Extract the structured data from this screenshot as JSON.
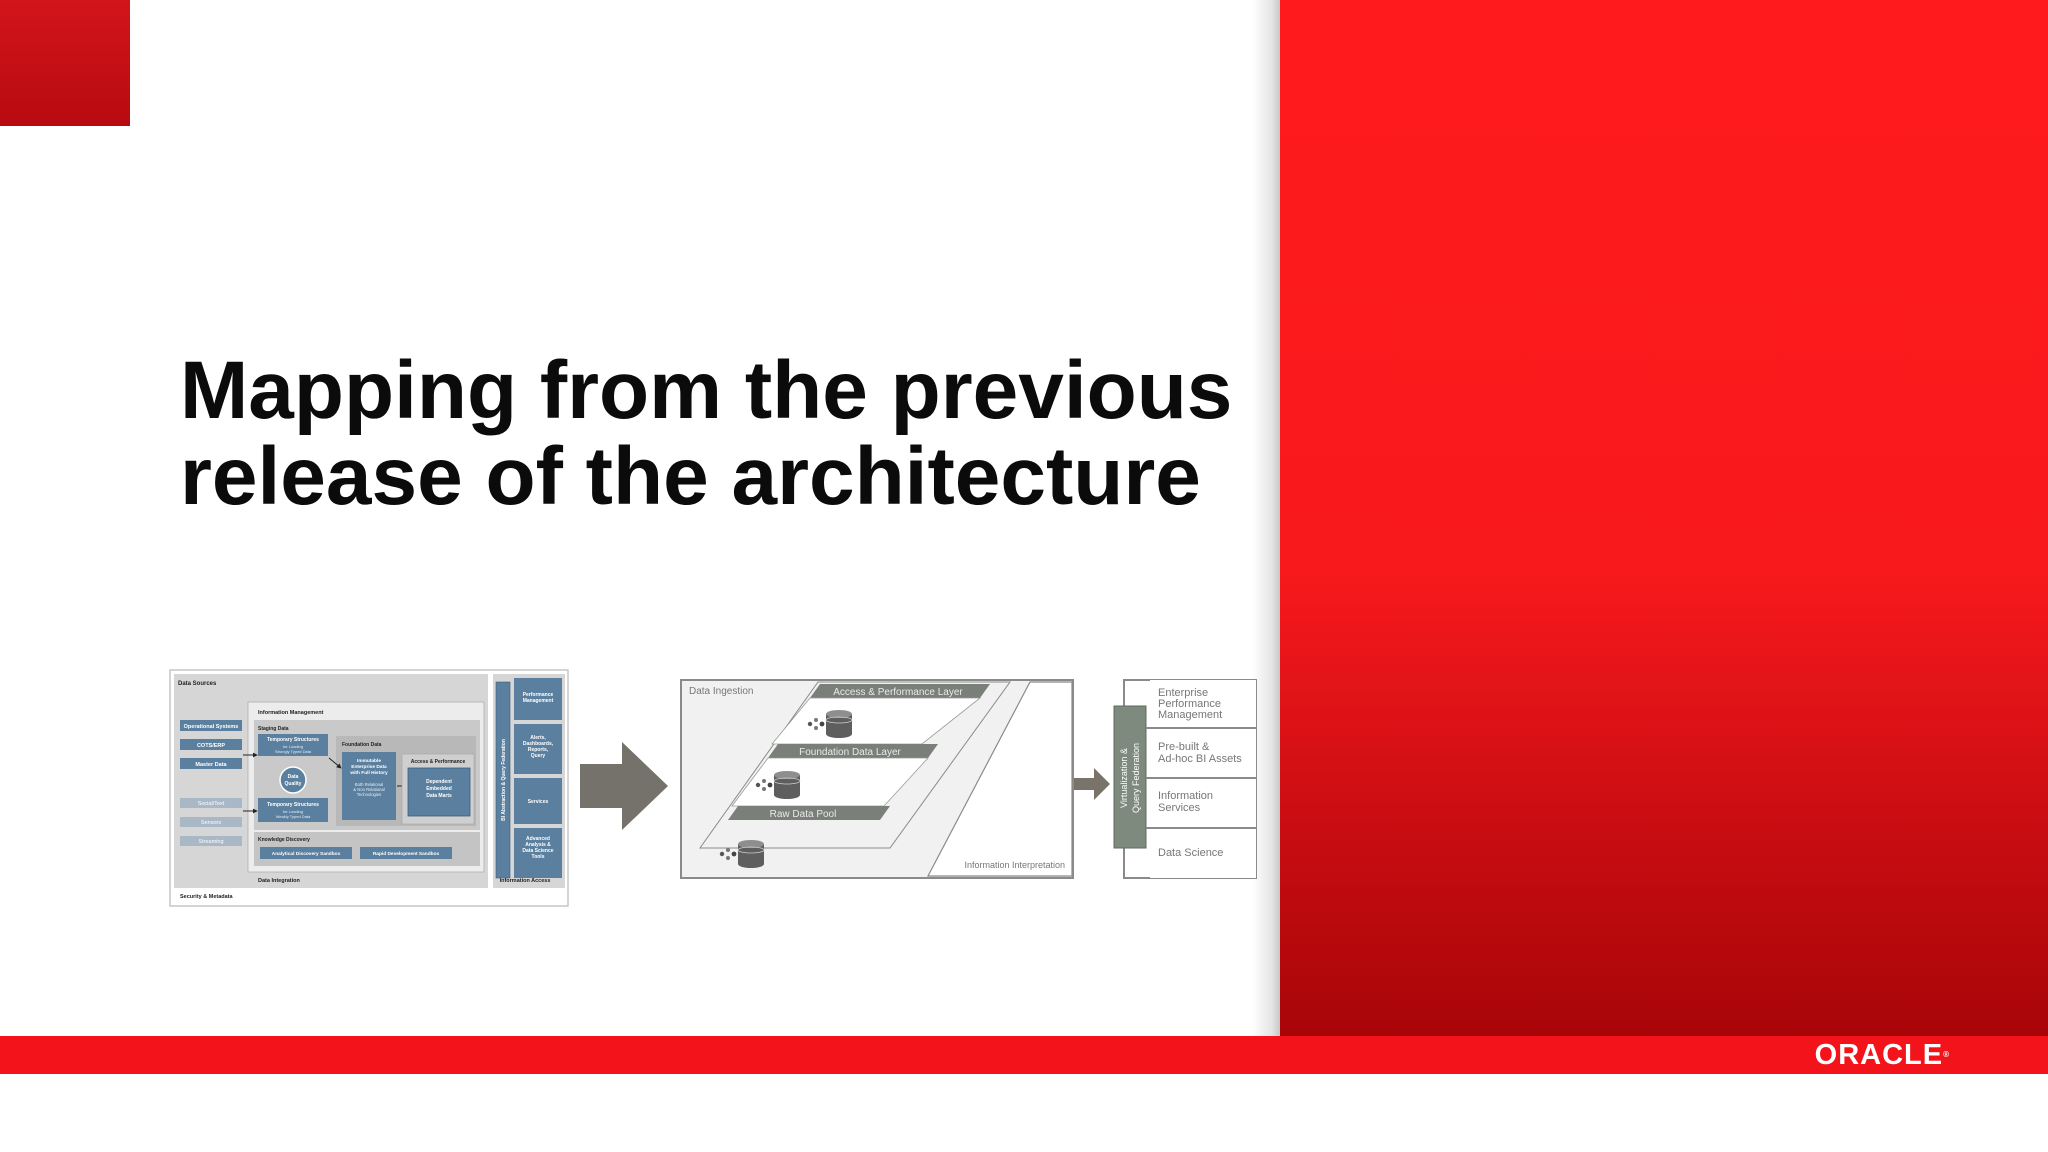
{
  "slide": {
    "title_lines": [
      "Mapping from the previous",
      "release of the architecture"
    ],
    "logo_text": "ORACLE",
    "colors": {
      "brand_red": "#f2141a",
      "panel_red": "#ff1a1d",
      "diagram_blue": "#5a7f9f",
      "diagram_gray": "#7a7f7a"
    }
  },
  "previous_architecture": {
    "data_sources_title": "Data Sources",
    "sources_highlighted": [
      "Operational Systems",
      "COTS/ERP",
      "Master Data"
    ],
    "sources_muted": [
      "Social/Text",
      "Sensors",
      "Streaming"
    ],
    "information_management": "Information Management",
    "staging_data": "Staging Data",
    "temp_structures_1": "Temporary Structures",
    "temp_structures_1_sub": [
      "for Loading",
      "Strongly Typed Data"
    ],
    "data_quality": [
      "Data",
      "Quality"
    ],
    "temp_structures_2": "Temporary Structures",
    "temp_structures_2_sub": [
      "for Loading",
      "Weakly Typed Data"
    ],
    "foundation_data": "Foundation Data",
    "immutable_data": [
      "Immutable",
      "Enterprise Data",
      "with Full History"
    ],
    "immutable_sub": [
      "Both Relational",
      "& Non Relational",
      "Technologies"
    ],
    "access_performance": "Access & Performance",
    "dependent_marts": [
      "Dependent",
      "Embedded",
      "Data Marts"
    ],
    "knowledge_discovery": "Knowledge Discovery",
    "analytical_sandbox": "Analytical Discovery Sandbox",
    "rapid_sandbox": "Rapid Development Sandbox",
    "data_integration": "Data Integration",
    "bi_federation": "BI Abstraction & Query Federation",
    "access_items": [
      [
        "Performance",
        "Management"
      ],
      [
        "Alerts,",
        "Dashboards,",
        "Reports,",
        "Query"
      ],
      [
        "Services"
      ],
      [
        "Advanced",
        "Analysis &",
        "Data Science",
        "Tools"
      ]
    ],
    "information_access": "Information Access",
    "security_metadata": "Security & Metadata"
  },
  "new_architecture": {
    "data_ingestion": "Data Ingestion",
    "access_layer": "Access & Performance Layer",
    "foundation_layer": "Foundation Data Layer",
    "raw_pool": "Raw Data Pool",
    "information_interpretation": "Information Interpretation",
    "virtualization_lines": [
      "Virtualization  &",
      "Query Federation"
    ],
    "consumers": [
      [
        "Enterprise",
        "Performance",
        "Management"
      ],
      [
        "Pre-built &",
        "Ad-hoc BI Assets"
      ],
      [
        "Information",
        "Services"
      ],
      [
        "Data Science"
      ]
    ]
  }
}
